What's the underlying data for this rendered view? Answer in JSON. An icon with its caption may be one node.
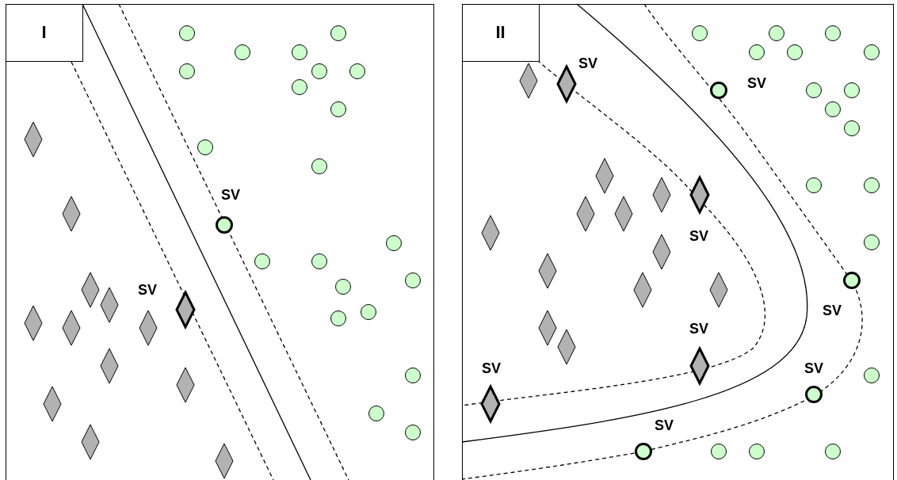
{
  "diagram": {
    "nodes": [
      {
        "text": [
          "I"
        ]
      },
      {
        "text": [
          "II"
        ]
      }
    ],
    "edges": [],
    "labels": [
      "SV",
      "SV",
      "SV",
      "SV",
      "SV",
      "SV",
      "SV",
      "SV",
      "SV",
      "SV"
    ]
  }
}
